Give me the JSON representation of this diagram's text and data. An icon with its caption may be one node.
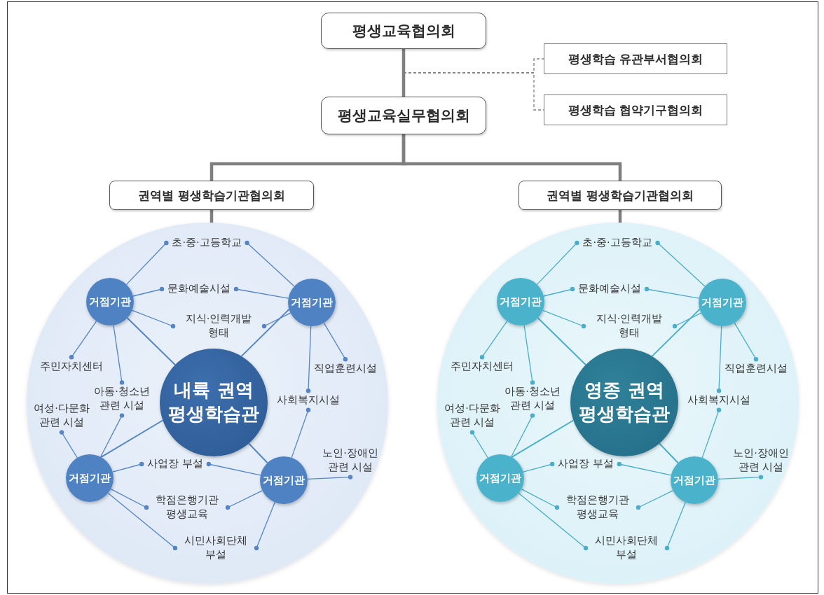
{
  "diagram": {
    "nodes": [
      {
        "text": [
          "평생교육협의회"
        ]
      },
      {
        "text": [
          "평생학습 유관부서협의회"
        ]
      },
      {
        "text": [
          "평생학습 협약기구협의회"
        ]
      },
      {
        "text": [
          "평생교육실무협의회"
        ]
      },
      {
        "text": [
          "권역별 평생학습기관협의회"
        ]
      },
      {
        "text": [
          "권역별 평생학습기관협의회"
        ]
      },
      {
        "text": [],
        "shape": "circle"
      },
      {
        "text": [
          "내륙 권역 평생학습관"
        ],
        "in": 6
      },
      {
        "text": [
          "거점기관"
        ],
        "in": 6
      },
      {
        "text": [
          "거점기관"
        ],
        "in": 6
      },
      {
        "text": [
          "거점기관"
        ],
        "in": 6
      },
      {
        "text": [
          "거점기관"
        ],
        "in": 6
      },
      {
        "text": [
          "초·중·고등학교"
        ],
        "in": 6
      },
      {
        "text": [
          "문화예술시설"
        ],
        "in": 6
      },
      {
        "text": [
          "지식·인력개발 형태"
        ],
        "in": 6
      },
      {
        "text": [
          "주민자치센터"
        ],
        "in": 6
      },
      {
        "text": [
          "아동·청소년 관련 시설"
        ],
        "in": 6
      },
      {
        "text": [
          "여성·다문화 관련 시설"
        ],
        "in": 6
      },
      {
        "text": [
          "직업훈련시설"
        ],
        "in": 6
      },
      {
        "text": [
          "사회복지시설"
        ],
        "in": 6
      },
      {
        "text": [
          "노인·장애인 관련 시설"
        ],
        "in": 6
      },
      {
        "text": [
          "사업장 부설"
        ],
        "in": 6
      },
      {
        "text": [
          "학점은행기관 평생교육"
        ],
        "in": 6
      },
      {
        "text": [
          "시민사회단체 부설"
        ],
        "in": 6
      },
      {
        "text": [],
        "shape": "circle"
      },
      {
        "text": [
          "영종 권역 평생학습관"
        ],
        "in": 24
      },
      {
        "text": [
          "거점기관"
        ],
        "in": 24
      },
      {
        "text": [
          "거점기관"
        ],
        "in": 24
      },
      {
        "text": [
          "거점기관"
        ],
        "in": 24
      },
      {
        "text": [
          "거점기관"
        ],
        "in": 24
      },
      {
        "text": [
          "초·중·고등학교"
        ],
        "in": 24
      },
      {
        "text": [
          "문화예술시설"
        ],
        "in": 24
      },
      {
        "text": [
          "지식·인력개발 형태"
        ],
        "in": 24
      },
      {
        "text": [
          "주민자치센터"
        ],
        "in": 24
      },
      {
        "text": [
          "아동·청소년 관련 시설"
        ],
        "in": 24
      },
      {
        "text": [
          "여성·다문화 관련 시설"
        ],
        "in": 24
      },
      {
        "text": [
          "직업훈련시설"
        ],
        "in": 24
      },
      {
        "text": [
          "사회복지시설"
        ],
        "in": 24
      },
      {
        "text": [
          "노인·장애인 관련 시설"
        ],
        "in": 24
      },
      {
        "text": [
          "사업장 부설"
        ],
        "in": 24
      },
      {
        "text": [
          "학점은행기관 평생교육"
        ],
        "in": 24
      },
      {
        "text": [
          "시민사회단체 부설"
        ],
        "in": 24
      }
    ],
    "edges": [
      {
        "from": 0,
        "to": 3,
        "arrow": "none",
        "style": "thick",
        "color": "#7f7f7f"
      },
      {
        "from": null,
        "to": 1,
        "arrow": "none",
        "style": "dashed",
        "color": "#7f7f7f"
      },
      {
        "from": null,
        "to": 2,
        "arrow": "none",
        "style": "dashed",
        "color": "#7f7f7f"
      },
      {
        "from": 3,
        "to": 4,
        "arrow": "none",
        "style": "thick",
        "color": "#7f7f7f"
      },
      {
        "from": 3,
        "to": 5,
        "arrow": "none",
        "style": "thick",
        "color": "#7f7f7f"
      },
      {
        "from": 4,
        "to": 6,
        "arrow": "none",
        "style": "thick",
        "color": "#7f7f7f"
      },
      {
        "from": 5,
        "to": 24,
        "arrow": "none",
        "style": "thick",
        "color": "#7f7f7f"
      },
      {
        "from": 8,
        "to": 12,
        "arrow": "other"
      },
      {
        "from": 8,
        "to": 13,
        "arrow": "other"
      },
      {
        "from": 8,
        "to": 14,
        "arrow": "other"
      },
      {
        "from": 8,
        "to": 15,
        "arrow": "other"
      },
      {
        "from": 8,
        "to": 16,
        "arrow": "other"
      },
      {
        "from": 8,
        "to": 7,
        "arrow": "none"
      },
      {
        "from": 9,
        "to": 12,
        "arrow": "other"
      },
      {
        "from": 9,
        "to": 13,
        "arrow": "other"
      },
      {
        "from": 9,
        "to": 14,
        "arrow": "other"
      },
      {
        "from": 9,
        "to": 18,
        "arrow": "other"
      },
      {
        "from": 9,
        "to": 19,
        "arrow": "other"
      },
      {
        "from": 9,
        "to": 7,
        "arrow": "none"
      },
      {
        "from": 10,
        "to": 17,
        "arrow": "other"
      },
      {
        "from": 10,
        "to": 16,
        "arrow": "other"
      },
      {
        "from": 10,
        "to": 21,
        "arrow": "other"
      },
      {
        "from": 10,
        "to": 22,
        "arrow": "other"
      },
      {
        "from": 10,
        "to": 23,
        "arrow": "other"
      },
      {
        "from": 10,
        "to": 7,
        "arrow": "none"
      },
      {
        "from": 11,
        "to": 21,
        "arrow": "other"
      },
      {
        "from": 11,
        "to": 22,
        "arrow": "other"
      },
      {
        "from": 11,
        "to": 23,
        "arrow": "other"
      },
      {
        "from": 11,
        "to": 20,
        "arrow": "other"
      },
      {
        "from": 11,
        "to": 19,
        "arrow": "other"
      },
      {
        "from": 11,
        "to": 7,
        "arrow": "none"
      },
      {
        "from": 26,
        "to": 30,
        "arrow": "other",
        "color": "#4aaecb"
      },
      {
        "from": 26,
        "to": 31,
        "arrow": "other",
        "color": "#4aaecb"
      },
      {
        "from": 26,
        "to": 32,
        "arrow": "other",
        "color": "#4aaecb"
      },
      {
        "from": 26,
        "to": 33,
        "arrow": "other",
        "color": "#4aaecb"
      },
      {
        "from": 26,
        "to": 34,
        "arrow": "other",
        "color": "#4aaecb"
      },
      {
        "from": 26,
        "to": 25,
        "arrow": "none",
        "color": "#4aaecb"
      },
      {
        "from": 27,
        "to": 30,
        "arrow": "other",
        "color": "#4aaecb"
      },
      {
        "from": 27,
        "to": 31,
        "arrow": "other",
        "color": "#4aaecb"
      },
      {
        "from": 27,
        "to": 32,
        "arrow": "other",
        "color": "#4aaecb"
      },
      {
        "from": 27,
        "to": 36,
        "arrow": "other",
        "color": "#4aaecb"
      },
      {
        "from": 27,
        "to": 37,
        "arrow": "other",
        "color": "#4aaecb"
      },
      {
        "from": 27,
        "to": 25,
        "arrow": "none",
        "color": "#4aaecb"
      },
      {
        "from": 28,
        "to": 35,
        "arrow": "other",
        "color": "#4aaecb"
      },
      {
        "from": 28,
        "to": 34,
        "arrow": "other",
        "color": "#4aaecb"
      },
      {
        "from": 28,
        "to": 39,
        "arrow": "other",
        "color": "#4aaecb"
      },
      {
        "from": 28,
        "to": 40,
        "arrow": "other",
        "color": "#4aaecb"
      },
      {
        "from": 28,
        "to": 41,
        "arrow": "other",
        "color": "#4aaecb"
      },
      {
        "from": 28,
        "to": 25,
        "arrow": "none",
        "color": "#4aaecb"
      },
      {
        "from": 29,
        "to": 39,
        "arrow": "other",
        "color": "#4aaecb"
      },
      {
        "from": 29,
        "to": 40,
        "arrow": "other",
        "color": "#4aaecb"
      },
      {
        "from": 29,
        "to": 41,
        "arrow": "other",
        "color": "#4aaecb"
      },
      {
        "from": 29,
        "to": 38,
        "arrow": "other",
        "color": "#4aaecb"
      },
      {
        "from": 29,
        "to": 37,
        "arrow": "other",
        "color": "#4aaecb"
      },
      {
        "from": 29,
        "to": 25,
        "arrow": "none",
        "color": "#4aaecb"
      }
    ]
  }
}
